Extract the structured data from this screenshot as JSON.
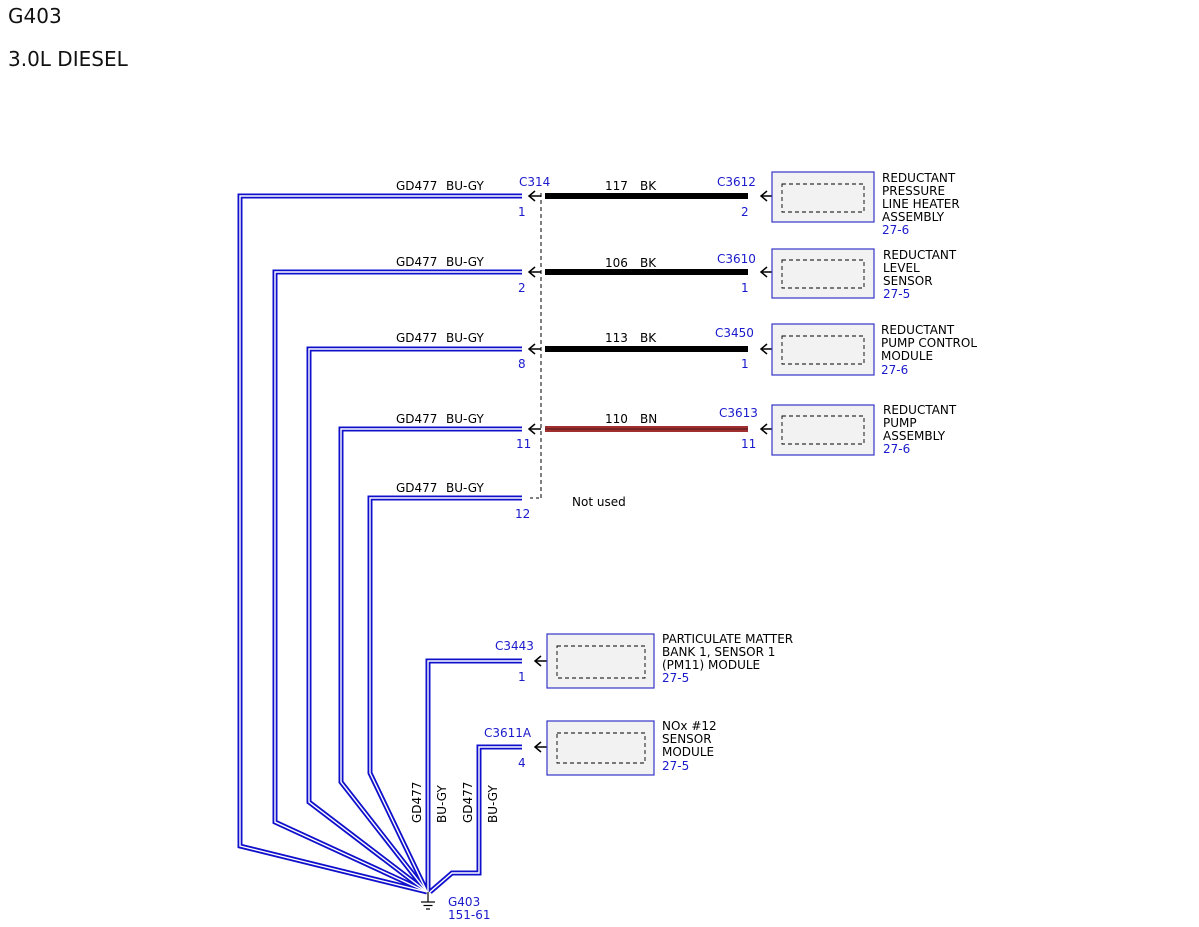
{
  "title": "G403",
  "subtitle": "3.0L DIESEL",
  "colors": {
    "ground_wire_outer": "#1010cc",
    "ground_wire_inner": "#ffffff",
    "bk_wire": "#000000",
    "bn_wire": "#a03030",
    "connector_text": "#1a1acc",
    "component_box_border": "#3535c8",
    "component_box_fill": "#f2f2f2"
  },
  "splice": {
    "connector": "C314"
  },
  "rows": [
    {
      "ground_wire": "GD477",
      "ground_color": "BU-GY",
      "c314_pin": "1",
      "wire_num": "117",
      "wire_color": "BK",
      "connector": "C3612",
      "pin": "2",
      "component": [
        "REDUCTANT",
        "PRESSURE",
        "LINE HEATER",
        "ASSEMBLY"
      ],
      "ref": "27-6"
    },
    {
      "ground_wire": "GD477",
      "ground_color": "BU-GY",
      "c314_pin": "2",
      "wire_num": "106",
      "wire_color": "BK",
      "connector": "C3610",
      "pin": "1",
      "component": [
        "REDUCTANT",
        "LEVEL",
        "SENSOR"
      ],
      "ref": "27-5"
    },
    {
      "ground_wire": "GD477",
      "ground_color": "BU-GY",
      "c314_pin": "8",
      "wire_num": "113",
      "wire_color": "BK",
      "connector": "C3450",
      "pin": "1",
      "component": [
        "REDUCTANT",
        "PUMP CONTROL",
        "MODULE"
      ],
      "ref": "27-6"
    },
    {
      "ground_wire": "GD477",
      "ground_color": "BU-GY",
      "c314_pin": "11",
      "wire_num": "110",
      "wire_color": "BN",
      "connector": "C3613",
      "pin": "11",
      "component": [
        "REDUCTANT",
        "PUMP",
        "ASSEMBLY"
      ],
      "ref": "27-6"
    },
    {
      "ground_wire": "GD477",
      "ground_color": "BU-GY",
      "c314_pin": "12",
      "not_used": "Not used"
    }
  ],
  "direct": [
    {
      "connector": "C3443",
      "pin": "1",
      "component": [
        "PARTICULATE MATTER",
        "BANK 1, SENSOR 1",
        "(PM11) MODULE"
      ],
      "ref": "27-5",
      "ground_wire": "GD477",
      "ground_color": "BU-GY"
    },
    {
      "connector": "C3611A",
      "pin": "4",
      "component": [
        "NOx #12",
        "SENSOR",
        "MODULE"
      ],
      "ref": "27-5",
      "ground_wire": "GD477",
      "ground_color": "BU-GY"
    }
  ],
  "ground": {
    "name": "G403",
    "ref": "151-61",
    "icon": "ground-symbol-icon"
  }
}
